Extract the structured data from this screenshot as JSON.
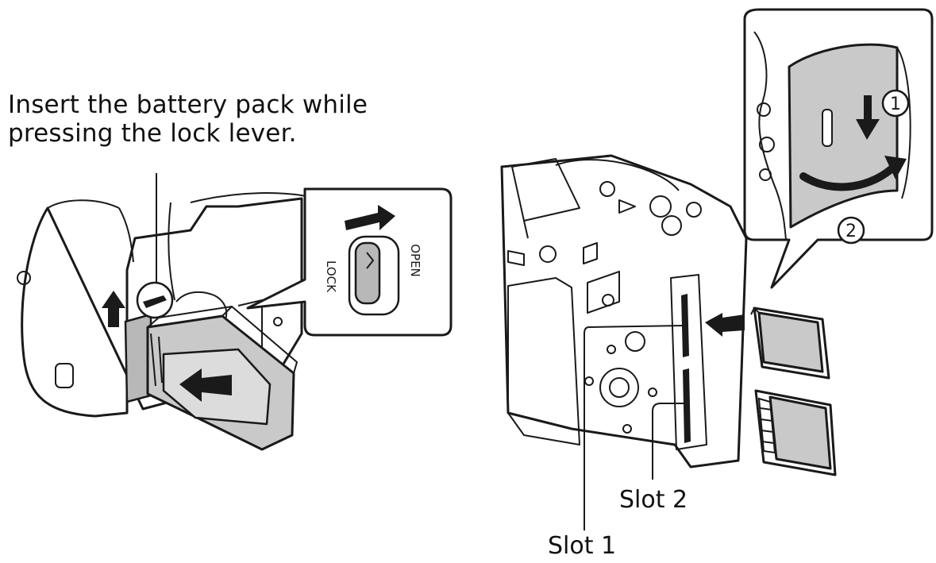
{
  "instruction": {
    "line1": "Insert the battery pack while",
    "line2": "pressing the lock lever."
  },
  "lever_labels": {
    "lock": "LOCK",
    "open": "OPEN"
  },
  "steps": {
    "step1": "1",
    "step2": "2"
  },
  "slots": {
    "slot1": "Slot 1",
    "slot2": "Slot 2"
  },
  "colors": {
    "line": "#1a1a1a",
    "part_fill": "#c9c9c9",
    "background": "#ffffff"
  }
}
